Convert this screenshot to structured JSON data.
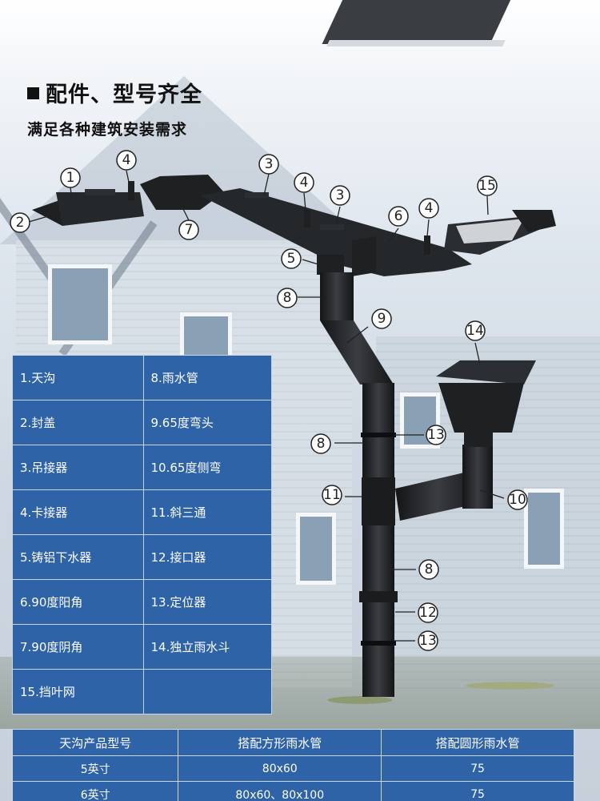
{
  "heading": {
    "title": "配件、型号齐全",
    "subtitle": "满足各种建筑安装需求"
  },
  "callouts": [
    "1",
    "2",
    "3",
    "4",
    "5",
    "6",
    "7",
    "8",
    "9",
    "10",
    "11",
    "12",
    "13",
    "14",
    "15"
  ],
  "parts": [
    [
      "1.天沟",
      "8.雨水管"
    ],
    [
      "2.封盖",
      "9.65度弯头"
    ],
    [
      "3.吊接器",
      "10.65度侧弯"
    ],
    [
      "4.卡接器",
      "11.斜三通"
    ],
    [
      "5.铸铝下水器",
      "12.接口器"
    ],
    [
      "6.90度阳角",
      "13.定位器"
    ],
    [
      "7.90度阴角",
      "14.独立雨水斗"
    ],
    [
      "15.挡叶网",
      ""
    ]
  ],
  "spec": {
    "headers": [
      "天沟产品型号",
      "搭配方形雨水管",
      "搭配圆形雨水管"
    ],
    "rows": [
      [
        "5英寸",
        "80x60",
        "75"
      ],
      [
        "6英寸",
        "80x60、80x100",
        "75"
      ]
    ]
  },
  "colors": {
    "table_blue": "#2f63a8",
    "gutter_black": "#1e2022"
  }
}
